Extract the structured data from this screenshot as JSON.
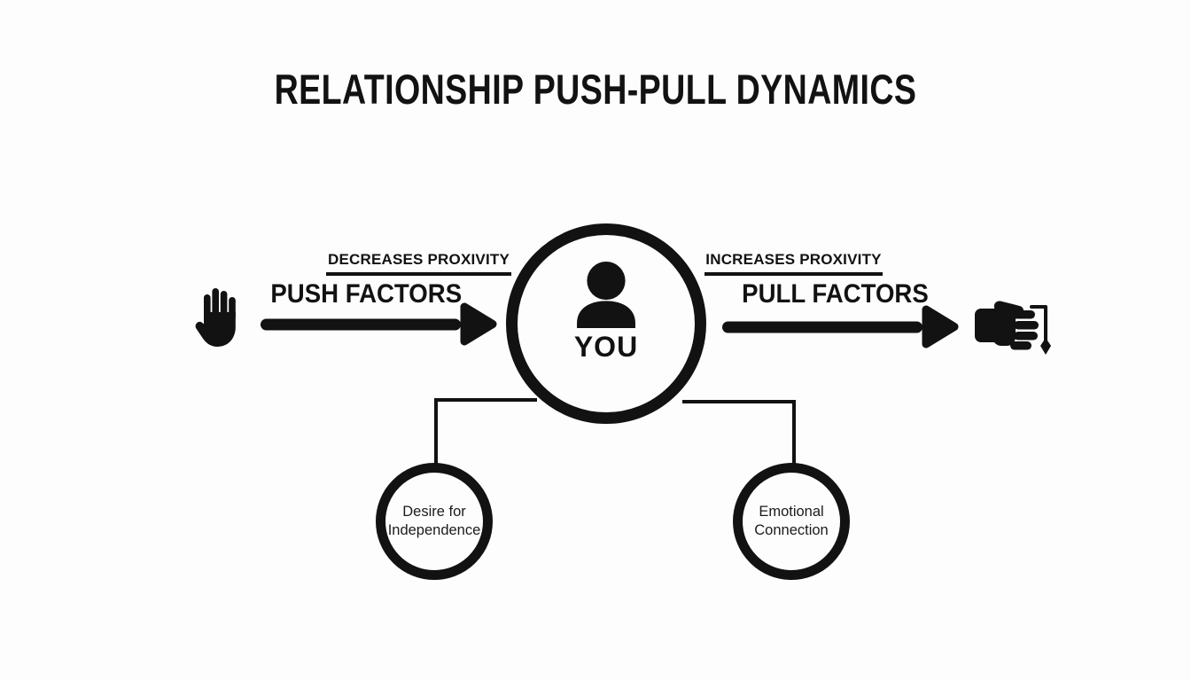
{
  "colors": {
    "ink": "#121212",
    "background": "#fdfdfd"
  },
  "title": "RELATIONSHIP PUSH-PULL DYNAMICS",
  "center_node": {
    "label": "YOU",
    "icon": "person-icon"
  },
  "push_side": {
    "proximity_label": "DECREASES PROXIVITY",
    "factor_label": "PUSH FACTORS",
    "icon": "stop-hand-icon",
    "arrow_direction": "right"
  },
  "pull_side": {
    "proximity_label": "INCREASES PROXIVITY",
    "factor_label": "PULL FACTORS",
    "icon": "pull-hand-icon",
    "arrow_direction": "right"
  },
  "sub_nodes": [
    {
      "line1": "Desire for",
      "line2": "Independence"
    },
    {
      "line1": "Emotional",
      "line2": "Connection"
    }
  ]
}
